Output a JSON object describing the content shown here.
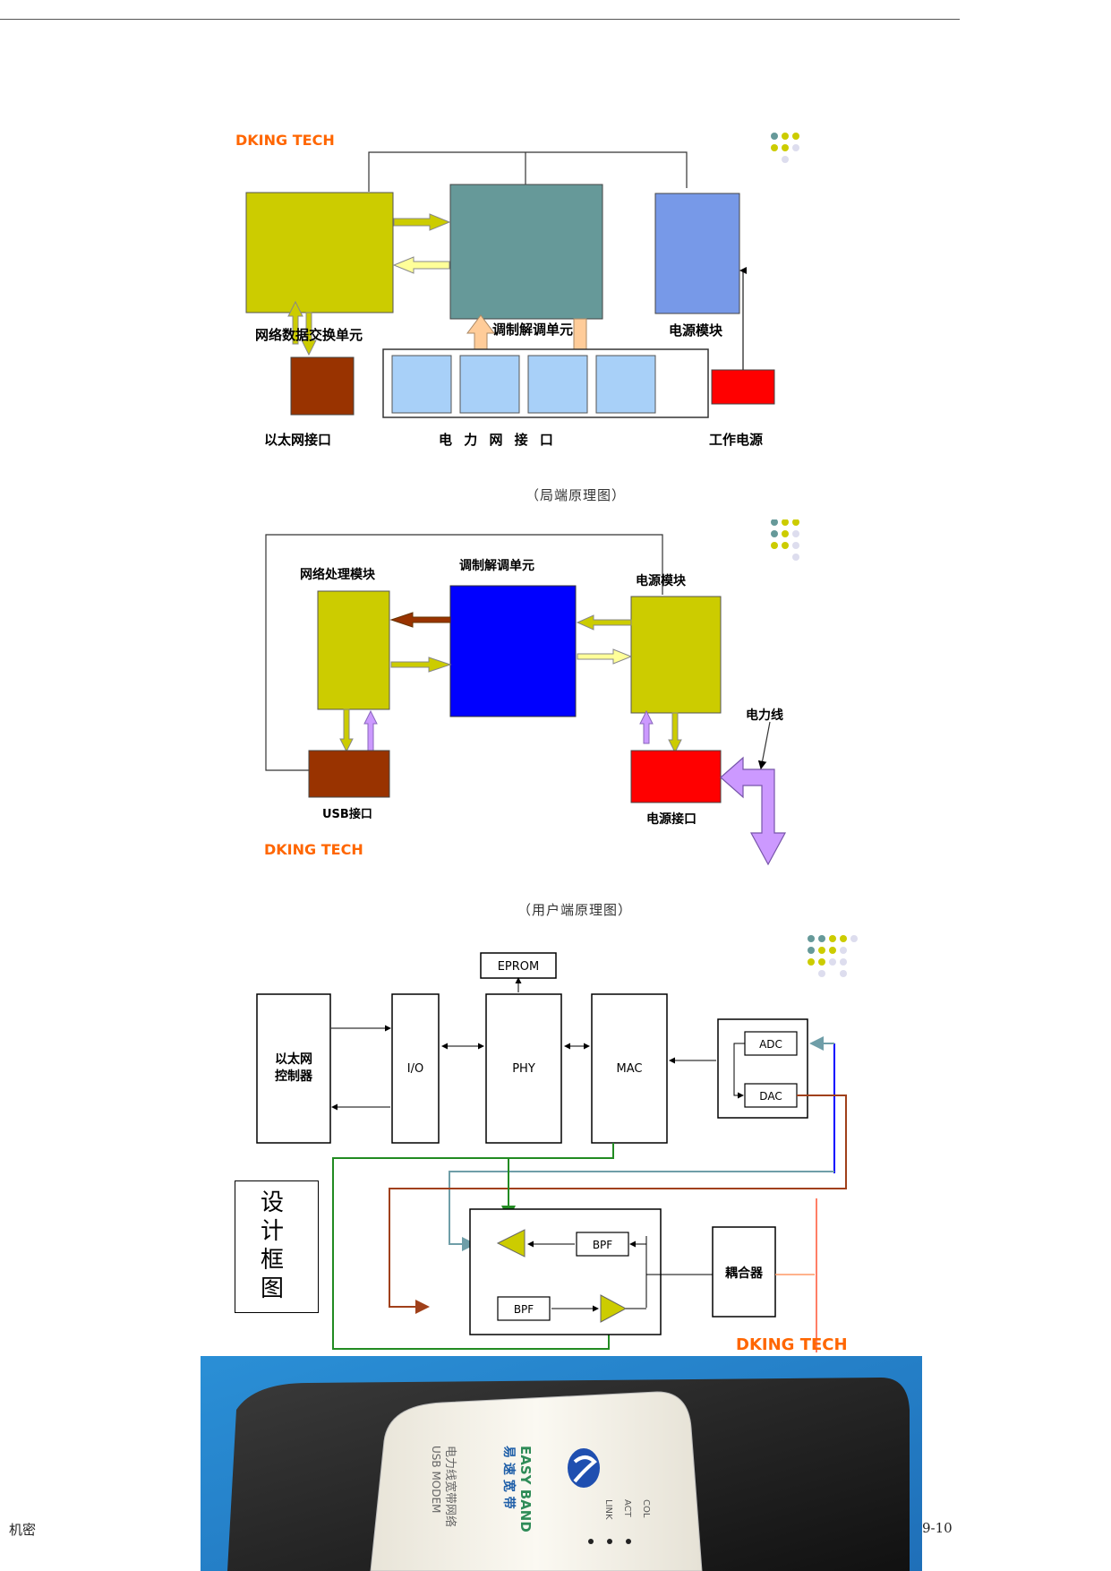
{
  "diagram1": {
    "brand": "DKING TECH",
    "switch_label": "网络数据交换单元",
    "modem_label": "调制解调单元",
    "power_module_label": "电源模块",
    "ethernet_label": "以太网接口",
    "powerline_label": "电 力 网 接 口",
    "work_power_label": "工作电源",
    "caption": "（局端原理图）"
  },
  "diagram2": {
    "brand": "DKING TECH",
    "network_module_label": "网络处理模块",
    "modem_label": "调制解调单元",
    "power_module_label": "电源模块",
    "power_line_label": "电力线",
    "usb_label": "USB接口",
    "power_port_label": "电源接口",
    "caption": "（用户端原理图）"
  },
  "diagram3": {
    "brand": "DKING TECH",
    "eprom": "EPROM",
    "ethernet_ctrl_line1": "以太网",
    "ethernet_ctrl_line2": "控制器",
    "io": "I/O",
    "phy": "PHY",
    "mac": "MAC",
    "adc": "ADC",
    "dac": "DAC",
    "bpf_top": "BPF",
    "bpf_bottom": "BPF",
    "coupler": "耦合器",
    "design_frame_chars": [
      "设",
      "计",
      "框",
      "图"
    ]
  },
  "photo": {
    "brand_text": "易 速 宽 带",
    "logo_text": "EASY BAND",
    "product_line1": "电力线宽带网络",
    "product_line2": "USB MODEM",
    "leds": [
      "LINK",
      "ACT",
      "COL"
    ]
  },
  "footer": {
    "left": "机密",
    "right": "9-10"
  },
  "colors": {
    "olive": "#cccc00",
    "teal": "#669999",
    "blue_module": "#7799e8",
    "brown": "#993300",
    "red": "#ff0000",
    "light_blue": "#a8d0f8",
    "orange_text": "#ff6600",
    "bright_blue": "#0000ff",
    "violet": "#cc99ff",
    "peach": "#ffcc99"
  }
}
